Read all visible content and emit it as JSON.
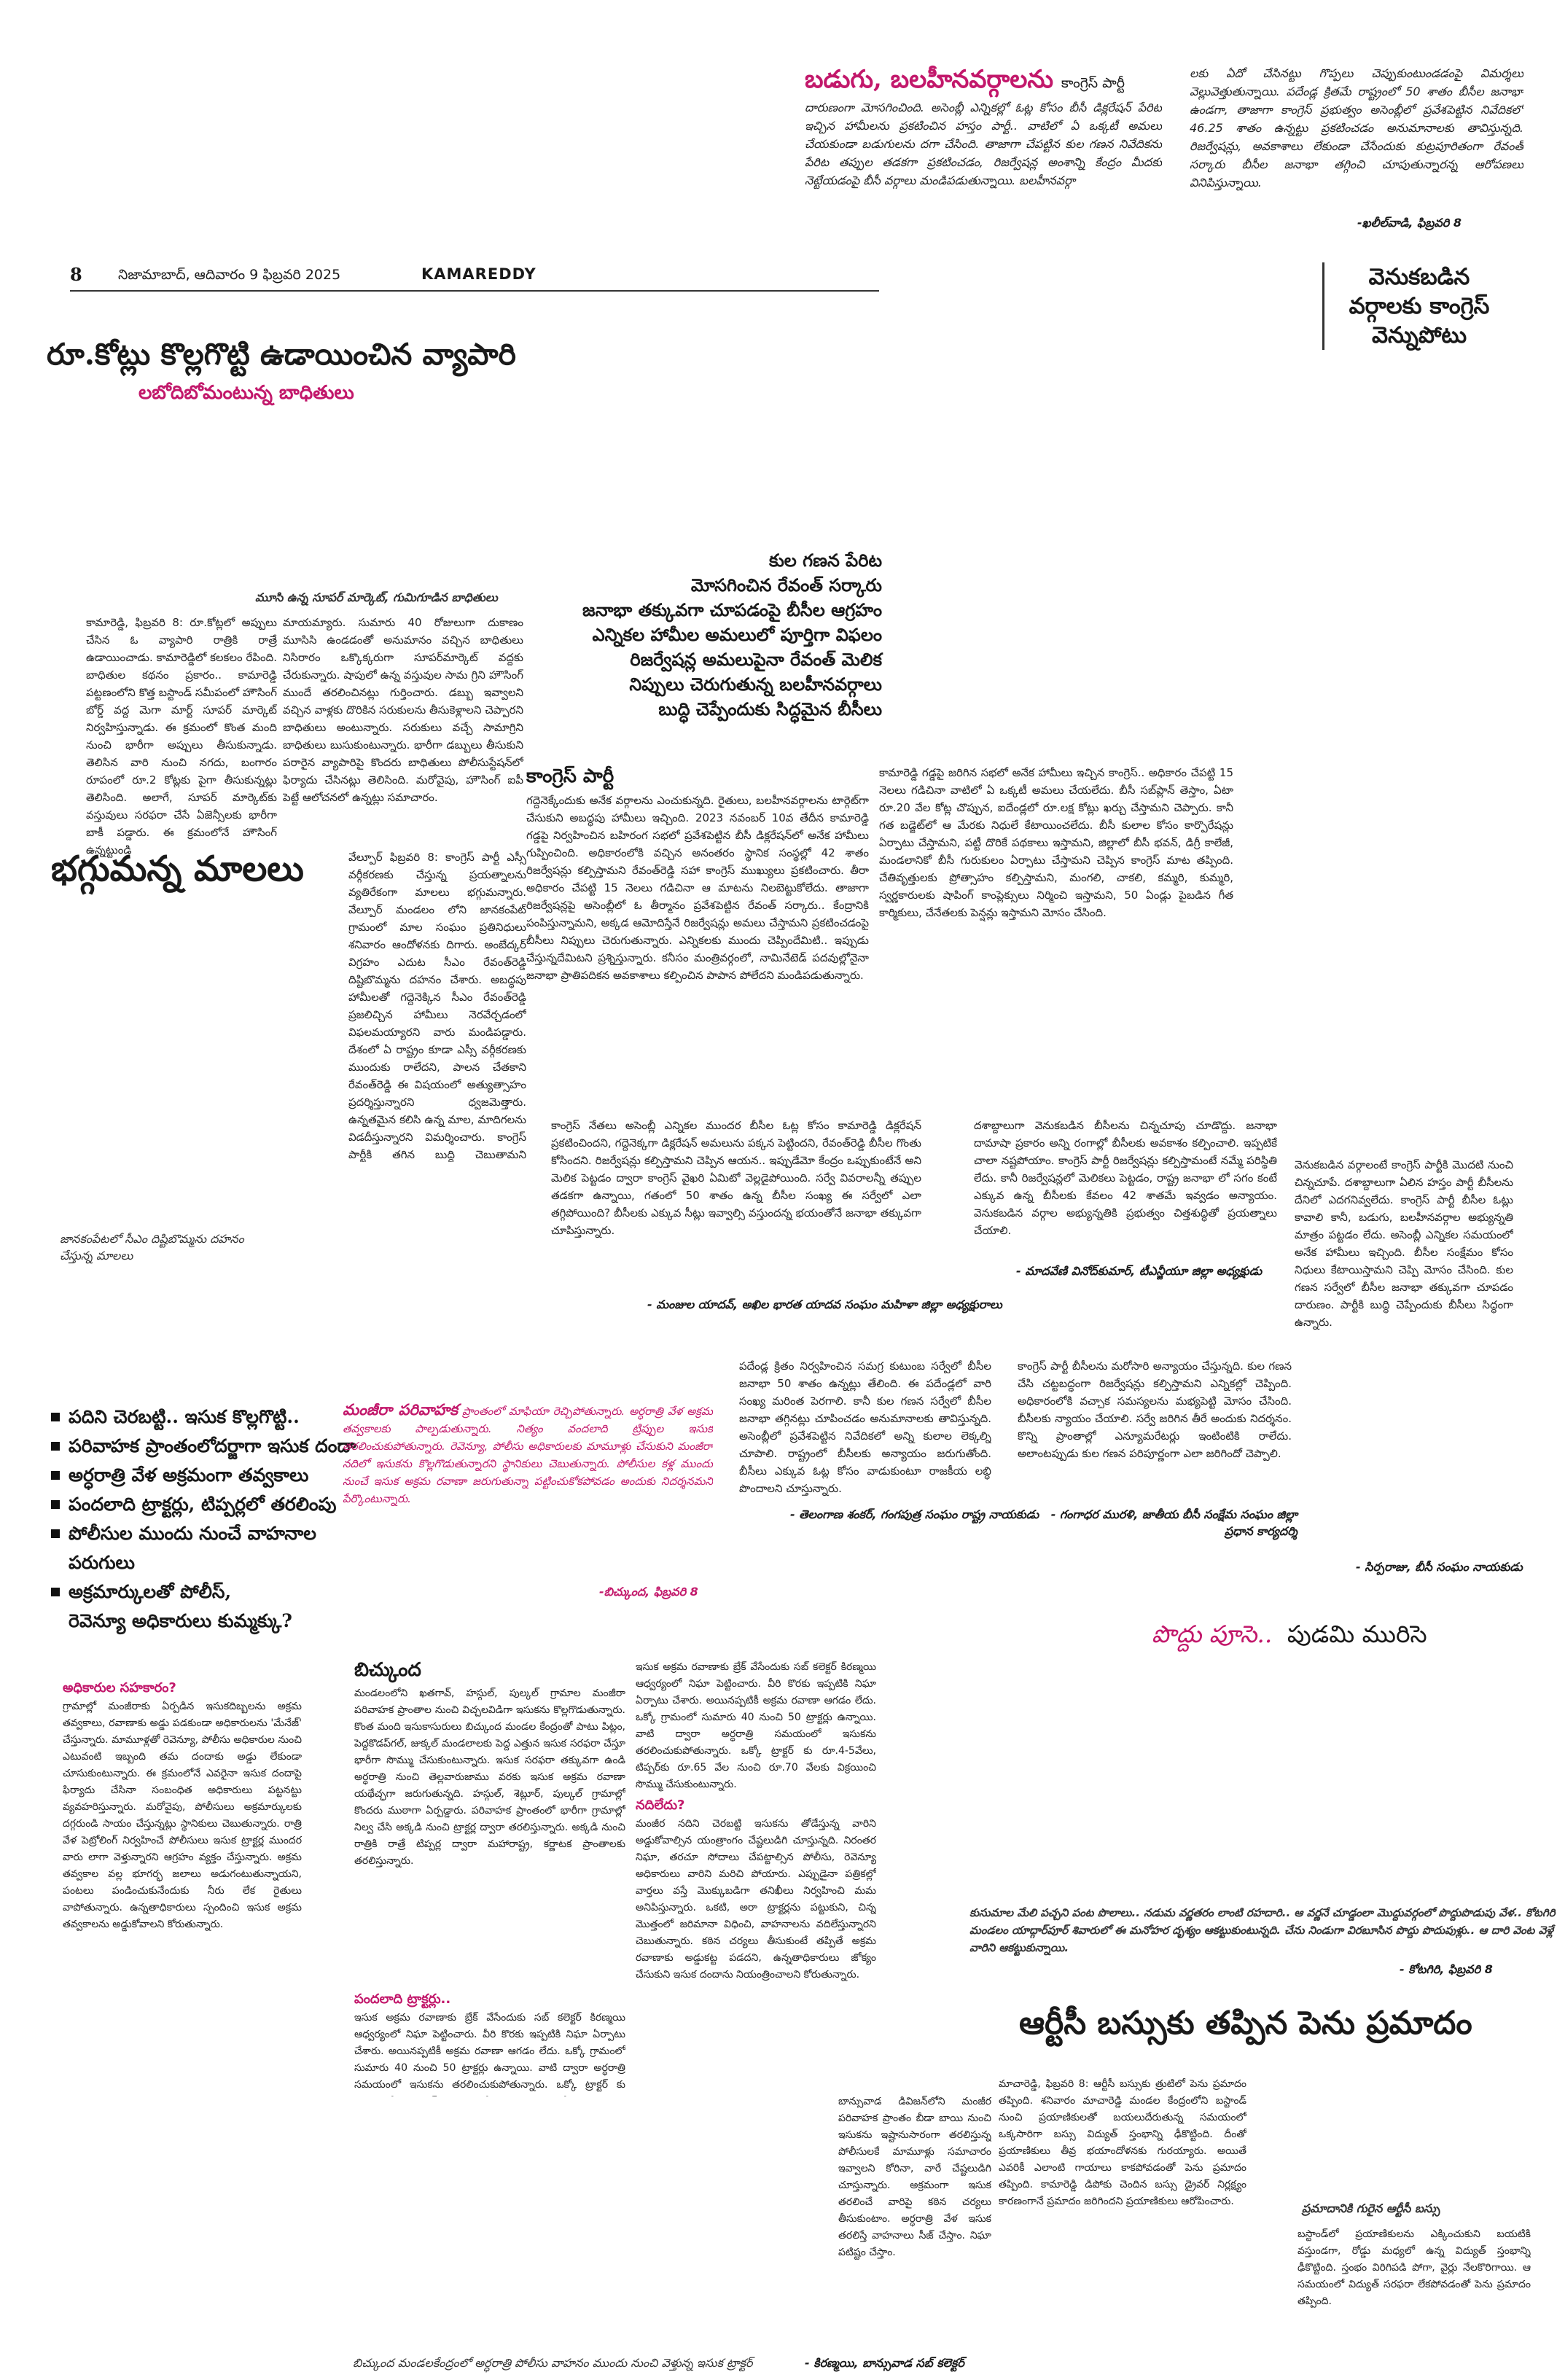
{
  "header": {
    "page_number": "8",
    "dateline": "నిజామాబాద్, ఆదివారం 9 ఫిబ్రవరి 2025",
    "section": "KAMAREDDY"
  },
  "top_story": {
    "headline_pink": "బడుగు, బలహీనవర్గాలను",
    "headline_rest": "కాంగ్రెస్ పార్టీ",
    "col_a": "దారుణంగా మోసగించింది. అసెంబ్లీ ఎన్నికల్లో ఓట్ల కోసం బీసీ డిక్లరేషన్ పేరిట ఇచ్చిన హామీలను ప్రకటించిన హస్తం పార్టీ.. వాటిలో ఏ ఒక్కటీ అమలు చేయకుండా బడుగులను దగా చేసింది. తాజాగా చేపట్టిన కుల గణన నివేదికను పేరిట తప్పుల తడకగా ప్రకటించడం, రిజర్వేషన్ల అంశాన్ని కేంద్రం మీదకు నెట్టేయడంపై బీసీ వర్గాలు మండిపడుతున్నాయి. బలహీనవర్గా",
    "col_b": "లకు ఏదో చేసినట్టు గొప్పలు చెప్పుకుంటుండడంపై విమర్శలు వెల్లువెత్తుతున్నాయి. పదేండ్ల క్రితమే రాష్ట్రంలో 50 శాతం బీసీల జనాభా ఉండగా, తాజాగా కాంగ్రెస్ ప్రభుత్వం అసెంబ్లీలో ప్రవేశపెట్టిన నివేదికలో 46.25 శాతం ఉన్నట్టు ప్రకటించడం అనుమానాలకు తావిస్తున్నది. రిజర్వేషన్లు, అవకాశాలు లేకుండా చేసేందుకు కుట్రపూరితంగా రేవంత్ సర్కారు బీసీల జనాభా తగ్గించి చూపుతున్నారన్న ఆరోపణలు వినిపిస్తున్నాయి.",
    "byline": "-ఖలీల్‌వాడి, ఫిబ్రవరి 8",
    "side_heading": [
      "వెనుకబడిన",
      "వర్గాలకు కాంగ్రెస్",
      "వెన్నుపోటు"
    ]
  },
  "sub_headings": {
    "kula_ganana": [
      "కుల గణన పేరిట",
      "మోసగించిన రేవంత్ సర్కారు",
      "జనాభా తక్కువగా చూపడంపై బీసీల ఆగ్రహం",
      "ఎన్నికల హామీల అమలులో పూర్తిగా విఫలం",
      "రిజర్వేషన్ల అమలుపైనా రేవంత్ మెలిక",
      "నిప్పులు చెరుగుతున్న బలహీనవర్గాలు",
      "బుద్ధి చెప్పేందుకు సిద్ధమైన బీసీలు"
    ]
  },
  "vyapari_story": {
    "headline": "రూ.కోట్లు కొల్లగొట్టి ఉడాయించిన వ్యాపారి",
    "subheadline": "లబోదిబోమంటున్న బాధితులు",
    "photo_caption": "మూసి ఉన్న సూపర్ మార్కెట్, గుమిగూడిన బాధితులు",
    "col_a": "కామారెడ్డి, ఫిబ్రవరి 8: రూ.కోట్లలో అప్పులు చేసిన ఓ వ్యాపారి రాత్రికి రాత్రే ఉడాయించాడు. కామారెడ్డిలో కలకలం రేపింది. బాధితుల కథనం ప్రకారం.. కామారెడ్డి పట్టణంలోని కొత్త బస్టాండ్ సమీపంలో హౌసింగ్ బోర్డ్ వద్ద మెగా మార్ట్ సూపర్ మార్కెట్ నిర్వహిస్తున్నాడు. ఈ క్రమంలో కొంత మంది నుంచి భారీగా అప్పులు తీసుకున్నాడు. తెలిసిన వారి నుంచి నగదు, బంగారం రూపంలో రూ.2 కోట్లకు పైగా తీసుకున్నట్లు తెలిసింది. అలాగే, సూపర్ మార్కెట్‌కు వస్తువులు సరఫరా చేసే ఏజెన్సీలకు భారీగా బాకీ పడ్డారు. ఈ క్రమంలోనే హౌసింగ్ ఉన్నట్టుండి",
    "col_b": "మాయమ్యారు. సుమారు 40 రోజులుగా దుకాణం మూసిసి ఉండడంతో అనుమానం వచ్చిన బాధితులు నిసిరారం ఒక్కొక్కరుగా సూపర్‌మార్కెట్ వద్దకు చేరుకున్నారు. షాపులో ఉన్న వస్తువుల సామ గ్రిని హౌసింగ్ ముందే తరలించినట్లు గుర్తించారు. డబ్బు ఇవ్వాలని వచ్చిన వాళ్లకు దొరికిన సరుకులను తీసుకెళ్లాలని చెప్పారని బాధితులు అంటున్నారు. సరుకులు వచ్చే సామాగ్రిని బాధితులు బుసుకుంటున్నారు. భారీగా డబ్బులు తీసుకుని పరారైన వ్యాపారిపై కొందరు బాధితులు పోలీసుస్టేషన్‌లో ఫిర్యాదు చేసినట్లు తెలిసింది. మరోవైపు, హౌసింగ్ ఐపీ పెట్టే ఆలోచనలో ఉన్నట్లు సమాచారం."
  },
  "congress_story": {
    "lead": "కాంగ్రెస్ పార్టీ",
    "col_a": "గద్దెనెక్కేందుకు అనేక వర్గాలను ఎంచుకున్నది. రైతులు, బలహీనవర్గాలను టార్గెట్‌గా చేసుకుని అబద్ధపు హామీలు ఇచ్చింది. 2023 నవంబర్ 10వ తేదీన కామారెడ్డి గడ్డపై నిర్వహించిన బహిరంగ సభలో ప్రవేశపెట్టిన బీసీ డిక్లరేషన్‌లో అనేక హామీలు గుప్పించింది. అధికారంలోకి వచ్చిన అనంతరం స్థానిక సంస్థల్లో 42 శాతం రిజర్వేషన్లు కల్పిస్తామని రేవంత్‌రెడ్డి సహా కాంగ్రెస్ ముఖ్యులు ప్రకటించారు. తీరా అధికారం చేపట్టి 15 నెలలు గడిచినా ఆ మాటను నిలబెట్టుకోలేదు. తాజాగా రిజర్వేషన్లపై అసెంబ్లీలో ఓ తీర్మానం ప్రవేశపెట్టిన రేవంత్ సర్కారు.. కేంద్రానికి పంపిస్తున్నామని, అక్కడ ఆమోదిస్తేనే రిజర్వేషన్లు అమలు చేస్తామని ప్రకటించడంపై బీసీలు నిప్పులు చెరుగుతున్నారు. ఎన్నికలకు ముందు చెప్పిందేమిటి.. ఇప్పుడు చేస్తున్నదేమిటని ప్రశ్నిస్తున్నారు. కనీసం మంత్రివర్గంలో, నామినేటెడ్ పదవుల్లోనైనా జనాభా ప్రాతిపదికన అవకాశాలు కల్పించిన పాపాన పోలేదని మండిపడుతున్నారు.",
    "col_b": "కామారెడ్డి గడ్డపై జరిగిన సభలో అనేక హామీలు ఇచ్చిన కాంగ్రెస్.. అధికారం చేపట్టి 15 నెలలు గడిచినా వాటిలో ఏ ఒక్కటీ అమలు చేయలేదు. బీసీ సబ్‌ప్లాన్ తెస్తాం, ఏటా రూ.20 వేల కోట్ల చొప్పున, ఐదేండ్లలో రూ.లక్ష కోట్లు ఖర్చు చేస్తామని చెప్పారు. కానీ గత బడ్జెట్‌లో ఆ మేరకు నిధులే కేటాయించలేదు. బీసీ కులాల కోసం కార్పొరేషన్లు ఏర్పాటు చేస్తామని, పట్టీ దొరికే పథకాలు ఇస్తామని, జిల్లాలో బీసీ భవన్, డిగ్రీ కాలేజీ, మండలానికో బీసీ గురుకులం ఏర్పాటు చేస్తామని చెప్పిన కాంగ్రెస్ మాట తప్పింది. చేతివృత్తులకు ప్రోత్సాహం కల్పిస్తామని, మంగలి, చాకలి, కమ్మరి, కుమ్మరి, స్వర్ణకారులకు షాపింగ్ కాంప్లెక్సులు నిర్మించి ఇస్తామని, 50 ఏండ్లు పైబడిన గీత కార్మికులు, చేనేతలకు పెన్షన్లు ఇస్తామని మోసం చేసింది."
  },
  "malalu_story": {
    "headline": "భగ్గుమన్న మాలలు",
    "body": "వేల్పూర్ ఫిబ్రవరి 8: కాంగ్రెస్ పార్టీ ఎస్సీ వర్గీకరణకు చేస్తున్న ప్రయత్నాలను వ్యతిరేకంగా మాలలు భగ్గుమన్నారు. వేల్పూర్ మండలం లోని జానకంపేట్ గ్రామంలో మాల సంఘం ప్రతినిధులు శనివారం ఆందోళనకు దిగారు. అంబేద్కర్ విగ్రహం ఎదుట సీఎం రేవంత్‌రెడ్డి దిష్టిబొమ్మను దహనం చేశారు. అబద్ధపు హామీలతో గద్దెనెక్కిన సీఎం రేవంత్‌రెడ్డి ప్రజలిచ్చిన హామీలు నెరవేర్చడంలో విఫలమయ్యారని వారు మండిపడ్డారు. దేశంలో ఏ రాష్ట్రం కూడా ఎస్సీ వర్గీకరణకు ముందుకు రాలేదని, పాలన చేతకాని రేవంత్‌రెడ్డి ఈ విషయంలో అత్యుత్సాహం ప్రదర్శిస్తున్నారని ధ్వజమెత్తారు. ఉన్నతమైన కలిసి ఉన్న మాల, మాదిగలను విడదీస్తున్నారని విమర్శించారు. కాంగ్రెస్ పార్టీకి తగిన బుద్ధి చెబుతామని హెచ్చరించారు.",
    "photo_caption": "జానకంపేటలో సీఎం దిష్టిబొమ్మను దహనం చేస్తున్న మాలలు"
  },
  "quotes": {
    "q1_text": "కాంగ్రెస్ నేతలు అసెంబ్లీ ఎన్నికల ముందర బీసీల ఓట్ల కోసం కామారెడ్డి డిక్లరేషన్ ప్రకటించిందని, గద్దెనెక్కగా డిక్లరేషన్ అమలును పక్కన పెట్టిందని, రేవంత్‌రెడ్డి బీసీల గొంతు కోసిందని. రిజర్వేషన్లు కల్పిస్తామని చెప్పిన ఆయన.. ఇప్పుడేమో కేంద్రం ఒప్పుకుంటేనే అని మెలిక పెట్టడం ద్వారా కాంగ్రెస్ వైఖరి ఏమిటో వెల్లడైపోయింది. సర్వే వివరాలన్నీ తప్పుల తడకగా ఉన్నాయి, గతంలో 50 శాతం ఉన్న బీసీల సంఖ్య ఈ సర్వేలో ఎలా తగ్గిపోయింది? బీసీలకు ఎక్కువ సీట్లు ఇవ్వాల్సి వస్తుందన్న భయంతోనే జనాభా తక్కువగా చూపిస్తున్నారు.",
    "q1_byline": "- మంజుల యాదవ్, అఖిల భారత యాదవ సంఘం మహిళా జిల్లా అధ్యక్షురాలు",
    "q2_text": "దశాబ్దాలుగా వెనుకబడిన బీసీలను చిన్నచూపు చూడొద్దు. జనాభా దామాషా ప్రకారం అన్ని రంగాల్లో బీసీలకు అవకాశం కల్పించాలి. ఇప్పటికే చాలా నష్టపోయాం. కాంగ్రెస్ పార్టీ రిజర్వేషన్లు కల్పిస్తామంటే నమ్మే పరిస్థితి లేదు. కానీ రిజర్వేషన్లలో మెలికలు పెట్టడం, రాష్ట్ర జనాభా లో సగం కంటే ఎక్కువ ఉన్న బీసీలకు కేవలం 42 శాతమే ఇవ్వడం అన్యాయం. వెనుకబడిన వర్గాల అభ్యున్నతికి ప్రభుత్వం చిత్తశుద్ధితో ప్రయత్నాలు చేయాలి.",
    "q2_byline": "- మాదవేణి వినోద్‌కుమార్, టీఎన్జీయూ జిల్లా అధ్యక్షుడు",
    "q3_text": "పదేండ్ల క్రితం నిర్వహించిన సమగ్ర కుటుంబ సర్వేలో బీసీల జనాభా 50 శాతం ఉన్నట్లు తేలింది. ఈ పదేండ్లలో వారి సంఖ్య మరింత పెరగాలి. కానీ కుల గణన సర్వేలో బీసీల జనాభా తగ్గినట్లు చూపించడం అనుమానాలకు తావిస్తున్నది. అసెంబ్లీలో ప్రవేశపెట్టిన నివేదికలో అన్ని కులాల లెక్కల్ని చూపాలి. రాష్ట్రంలో బీసీలకు అన్యాయం జరుగుతోంది. బీసీలు ఎక్కువ ఓట్ల కోసం వాడుకుంటూ రాజకీయ లబ్ధి పొందాలని చూస్తున్నారు.",
    "q3_byline": "- తెలంగాణ శంకర్, గంగపుత్ర సంఘం రాష్ట్ర నాయకుడు",
    "q4_text": "కాంగ్రెస్ పార్టీ బీసీలను మరోసారి అన్యాయం చేస్తున్నది. కుల గణన చేసి చట్టబద్ధంగా రిజర్వేషన్లు కల్పిస్తామని ఎన్నికల్లో చెప్పింది. అధికారంలోకి వచ్చాక సమస్యలను మభ్యపెట్టి మోసం చేసింది. బీసీలకు న్యాయం చేయాలి. సర్వే జరిగిన తీరే అందుకు నిదర్శనం. కొన్ని ప్రాంతాల్లో ఎన్యూమరేటర్లు ఇంటింటికి రాలేదు. అలాంటప్పుడు కుల గణన పరిపూర్ణంగా ఎలా జరిగిందో చెప్పాలి.",
    "q4_byline": "- గంగాధర మురళి, జాతీయ బీసీ సంక్షేమ సంఘం జిల్లా ప్రధాన కార్యదర్శి",
    "q5_text": "వెనుకబడిన వర్గాలంటే కాంగ్రెస్ పార్టీకి మొదటి నుంచి చిన్నచూపే. దశాబ్దాలుగా ఏలిన హస్తం పార్టీ బీసీలను దేనిలో ఎదగనివ్వలేదు. కాంగ్రెస్ పార్టీ బీసీల ఓట్లు కావాలి కానీ, బడుగు, బలహీనవర్గాల అభ్యున్నతి మాత్రం పట్టడం లేదు. అసెంబ్లీ ఎన్నికల సమయంలో అనేక హామీలు ఇచ్చింది. బీసీల సంక్షేమం కోసం నిధులు కేటాయిస్తామని చెప్పి మోసం చేసింది. కుల గణన సర్వేలో బీసీల జనాభా తక్కువగా చూపడం దారుణం. పార్టీకి బుద్ధి చెప్పేందుకు బీసీలు సిద్ధంగా ఉన్నారు.",
    "q5_byline": "- సిర్పరాజు, బీసీ సంఘం నాయకుడు"
  },
  "sand_story": {
    "bullets": [
      "పదిని చెరబట్టి.. ఇసుక కొల్లగొట్టి..",
      "పరివాహక ప్రాంతంలోదర్జాగా ఇసుక దందా",
      "అర్ధరాత్రి వేళ అక్రమంగా తవ్వకాలు",
      "పందలాది ట్రాక్టర్లు, టిప్పర్లలో తరలింపు",
      "పోలీసుల ముందు నుంచే వాహనాల పరుగులు",
      "అక్రమార్కులతో పోలీస్,",
      "రెవెన్యూ అధికారులు కుమ్మక్కు?"
    ],
    "callout_lead": "మంజీరా పరివాహక",
    "callout_text": "ప్రాంతంలో మాఫియా రెచ్చిపోతున్నారు. అర్ధరాత్రి వేళ అక్రమ తవ్వకాలకు పాల్పడుతున్నారు. నిత్యం వందలాది ట్రిప్పుల ఇసుక తరలించుకుపోతున్నారు. రెవెన్యూ, పోలీసు అధికారులకు మామూళ్లు చేసుకుని మంజీరా నదిలో ఇసుకను కొల్లగొడుతున్నారని స్థానికులు చెబుతున్నారు. పోలీసుల కళ్ల ముందు నుంచే ఇసుక అక్రమ రవాణా జరుగుతున్నా పట్టించుకోకపోవడం అందుకు నిదర్శనమని పేర్కొంటున్నారు.",
    "callout_byline": "-బిచ్కుంద, ఫిబ్రవరి 8",
    "sub1_title": "అధికారుల సహకారం?",
    "sub1_text": "గ్రామాల్లో మంజీరాకు ఏర్పడిన ఇసుకదిబ్బలను అక్రమ తవ్వకాలు, రవాణాకు అడ్డు పడకుండా అధికారులను 'మేనేజ్' చేస్తున్నారు. మామూళ్లతో రెవెన్యూ, పోలీసు అధికారుల నుంచి ఎటువంటి ఇబ్బంది తమ దందాకు అడ్డు లేకుండా చూసుకుంటున్నారు. ఈ క్రమంలోనే ఎవరైనా ఇసుక దందాపై ఫిర్యాదు చేసినా సంబంధిత అధికారులు పట్టనట్టు వ్యవహరిస్తున్నారు. మరోవైపు, పోలీసులు అక్రమార్కులకు దగ్గరుండి సాయం చేస్తున్నట్లు స్థానికులు చెబుతున్నారు. రాత్రి వేళ పెట్రోలింగ్ నిర్వహించే పోలీసులు ఇసుక ట్రాక్టర్ల ముందర వారు లాగా వెళ్తున్నారని ఆగ్రహం వ్యక్తం చేస్తున్నారు. అక్రమ తవ్వకాల వల్ల భూగర్భ జలాలు అడుగంటుతున్నాయని, పంటలు పండించుకునేందుకు నీరు లేక రైతులు వాపోతున్నారు. ఉన్నతాధికారులు స్పందించి ఇసుక అక్రమ తవ్వకాలను అడ్డుకోవాలని కోరుతున్నారు.",
    "main_lead": "బిచ్కుంద",
    "main_text": "మండలంలోని ఖతగావ్, హస్గుల్, పుల్కల్ గ్రామాల మంజీరా పరివాహక ప్రాంతాల నుంచి విచ్చలవిడిగా ఇసుకను కొల్లగొడుతున్నారు. కొంత మంది ఇసుకాసురులు బిచ్కుంద మండల కేంద్రంతో పాటు పిట్లం, పెద్దకొడప్‌గల్, జుక్కల్ మండలాలకు పెద్ద ఎత్తున ఇసుక సరఫరా చేస్తూ భారీగా సొమ్ము చేసుకుంటున్నారు. ఇసుక సరఫరా తక్కువగా ఉండి అర్ధరాత్రి నుంచి తెల్లవారుజాము వరకు ఇసుక అక్రమ రవాణా యథేచ్ఛగా జరుగుతున్నది. హస్గుల్, శెట్లూర్, పుల్కల్ గ్రామాల్లో కొందరు ముఠాగా ఏర్పడ్డారు. పరివాహక ప్రాంతంలో భారీగా గ్రామాల్లో నిల్వ చేసి అక్కడి నుంచి ట్రాక్టర్ల ద్వారా తరలిస్తున్నారు. అక్కడి నుంచి రాత్రికి రాత్రే టిప్పర్ల ద్వారా మహారాష్ట్ర, కర్ణాటక ప్రాంతాలకు తరలిస్తున్నారు.",
    "sub2_title": "పందలాది ట్రాక్టర్లు..",
    "sub2_text": "ఇసుక అక్రమ రవాణాకు బ్రేక్ వేసేందుకు సబ్ కలెక్టర్ కిరణ్మయి ఆధ్వర్యంలో నిఘా పెట్టించారు. వీరి కొరకు ఇప్పటికి నిఘా ఏర్పాటు చేశారు. అయినప్పటికీ అక్రమ రవాణా ఆగడం లేదు. ఒక్కో గ్రామంలో సుమారు 40 నుంచి 50 ట్రాక్టర్లు ఉన్నాయి. వాటి ద్వారా అర్ధరాత్రి సమయంలో ఇసుకను తరలించుకుపోతున్నారు. ఒక్కో ట్రాక్టర్ కు రూ.4-5వేలు, టిప్పర్‌కు రూ.65 వేల నుంచి రూ.70 వేలకు విక్రయించి సొమ్ము చేసుకుంటున్నారు.",
    "sub3_title": "నదిలేదు?",
    "sub3_text": "మంజీర నదిని చెరబట్టి ఇసుకను తోడేస్తున్న వారిని అడ్డుకోవాల్సిన యంత్రాంగం చేష్టలుడిగి చూస్తున్నది. నిరంతర నిఘా, తరచూ సోదాలు చేపట్టాల్సిన పోలీసు, రెవెన్యూ అధికారులు వారిని మరిచి పోయారు. ఎప్పుడైనా పత్రికల్లో వార్తలు వస్తే మొక్కుబడిగా తనిఖీలు నిర్వహించి మమ అనిపిస్తున్నారు. ఒకటి, అరా ట్రాక్టర్లను పట్టుకుని, చిన్న మొత్తంలో జరిమానా విధించి, వాహనాలను వదిలేస్తున్నారని చెబుతున్నారు. కఠిన చర్యలు తీసుకుంటే తప్పితే అక్రమ రవాణాకు అడ్డుకట్ట పడదని, ఉన్నతాధికారులు జోక్యం చేసుకుని ఇసుక దందాను నియంత్రించాలని కోరుతున్నారు.",
    "photo_caption": "బిచ్కుంద మండలకేంద్రంలో అర్ధరాత్రి పోలీసు వాహనం ముందు నుంచి వెళ్తున్న ఇసుక ట్రాక్టర్"
  },
  "photo_feature": {
    "title_pink": "పొద్దు పూసె..",
    "title_rest": "పుడమి మురిసె",
    "caption": "కుసుమాల మేలి పచ్చని పంట పొలాలు.. నడుమ వర్ణతరం లాంటి రహదారి.. ఆ వర్ణనే చూడ్డంలా మొద్దువర్గంలో పొద్దుపొడుపు వేళ.. కోటగిరి మండలం యాద్గార్‌పూర్ శివారులో ఈ మనోహర దృశ్యం ఆకట్టుకుంటున్నది. చేను నిండుగా విరబూసిన పొద్దు పొదుపుళ్లు.. ఆ దారి వెంట వెళ్లే వారిని ఆకట్టుకున్నాయి.",
    "byline": "- కోటగిరి, ఫిబ్రవరి 8"
  },
  "bus_story": {
    "headline": "ఆర్టీసీ బస్సుకు తప్పిన పెను ప్రమాదం",
    "col_a": "మాచారెడ్డి, ఫిబ్రవరి 8: ఆర్టీసీ బస్సుకు త్రుటిలో పెను ప్రమాదం తప్పింది. శనివారం మాచారెడ్డి మండల కేంద్రంలోని బస్టాండ్ నుంచి ప్రయాణికులతో బయలుదేరుతున్న సమయంలో ఒక్కసారిగా బస్సు విద్యుత్ స్తంభాన్ని ఢీకొట్టింది. దీంతో ప్రయాణికులు తీవ్ర భయాందోళనకు గురయ్యారు. అయితే ఎవరికీ ఎలాంటి గాయాలు కాకపోవడంతో పెను ప్రమాదం తప్పింది. కామారెడ్డి డిపోకు చెందిన బస్సు డ్రైవర్ నిర్లక్ష్యం కారణంగానే ప్రమాదం జరిగిందని ప్రయాణికులు ఆరోపించారు.",
    "col_b": "బాన్సువాడ డివిజన్‌లోని మంజీర పరివాహక ప్రాంతం బీడా బాయి నుంచి ఇసుకను ఇష్టానుసారంగా తరలిస్తున్న పోలీసులకే మామూళ్లు సమాచారం ఇవ్వాలని కోరినా, వారే చేష్టలుడిగి చూస్తున్నారు. అక్రమంగా ఇసుక తరలించే వారిపై కఠిన చర్యలు తీసుకుంటాం. అర్ధరాత్రి వేళ ఇసుక తరలిస్తే వాహనాలు సీజ్ చేస్తాం. నిఘా పటిష్టం చేస్తాం.",
    "byline": "- కిరణ్మయి, బాన్సువాడ సబ్ కలెక్టర్",
    "photo_caption": "ప్రమాదానికి గురైన ఆర్టీసీ బస్సు",
    "photo_text": "బస్టాండ్‌లో ప్రయాణికులను ఎక్కించుకుని బయటికి వస్తుండగా, రోడ్డు మధ్యలో ఉన్న విద్యుత్ స్తంభాన్ని ఢీకొట్టింది. స్తంభం విరిగిపడి పోగా, వైర్లు నేలకొరిగాయి. ఆ సమయంలో విద్యుత్ సరఫరా లేకపోవడంతో పెను ప్రమాదం తప్పింది."
  },
  "colors": {
    "accent": "#c2186b",
    "text": "#1a1a1a",
    "rule": "#333333"
  }
}
